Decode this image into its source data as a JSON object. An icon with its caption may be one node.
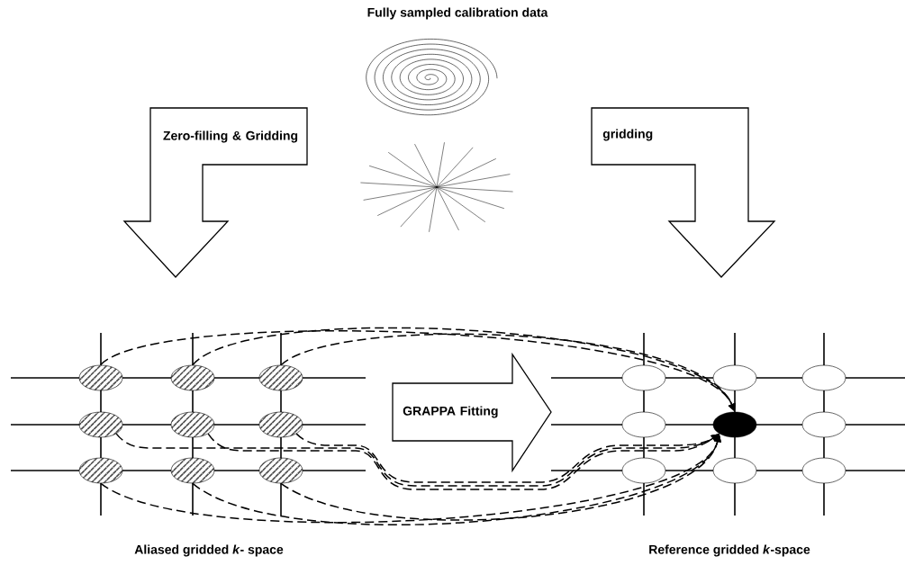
{
  "diagram": {
    "title": "Fully sampled calibration data",
    "nodes": [
      {
        "text": [
          "Zero-filling & Gridding"
        ]
      },
      {
        "text": [
          "gridding"
        ]
      },
      {
        "text": [
          "GRAPPA Fitting"
        ]
      },
      {
        "text": [],
        "shape": "circle"
      },
      {
        "text": [],
        "shape": "circle"
      },
      {
        "text": [],
        "shape": "circle"
      },
      {
        "text": [],
        "shape": "circle"
      },
      {
        "text": [],
        "shape": "circle"
      },
      {
        "text": [],
        "shape": "circle"
      },
      {
        "text": [],
        "shape": "circle"
      },
      {
        "text": [],
        "shape": "circle"
      },
      {
        "text": [],
        "shape": "circle"
      },
      {
        "text": [],
        "shape": "circle"
      },
      {
        "text": [],
        "shape": "circle"
      },
      {
        "text": [],
        "shape": "circle"
      },
      {
        "text": [],
        "shape": "circle"
      },
      {
        "text": [],
        "shape": "circle"
      },
      {
        "text": [],
        "shape": "circle"
      },
      {
        "text": [],
        "shape": "circle"
      },
      {
        "text": [],
        "shape": "circle"
      },
      {
        "text": [],
        "shape": "circle"
      }
    ],
    "edges": [
      {
        "from": 3,
        "to": 16,
        "arrow": "to",
        "style": "dashed"
      },
      {
        "from": 4,
        "to": 16,
        "arrow": "to",
        "style": "dashed"
      },
      {
        "from": 5,
        "to": 16,
        "arrow": "to",
        "style": "dashed"
      },
      {
        "from": 6,
        "to": 16,
        "arrow": "to",
        "style": "dashed"
      },
      {
        "from": 7,
        "to": 16,
        "arrow": "to",
        "style": "dashed"
      },
      {
        "from": 8,
        "to": 16,
        "arrow": "to",
        "style": "dashed"
      },
      {
        "from": 9,
        "to": 16,
        "arrow": "to",
        "style": "dashed"
      },
      {
        "from": 10,
        "to": 16,
        "arrow": "to",
        "style": "dashed"
      },
      {
        "from": 11,
        "to": 16,
        "arrow": "to",
        "style": "dashed"
      }
    ],
    "labels": [
      "Aliased gridded *k*- space",
      "Reference gridded *k*-space"
    ]
  }
}
